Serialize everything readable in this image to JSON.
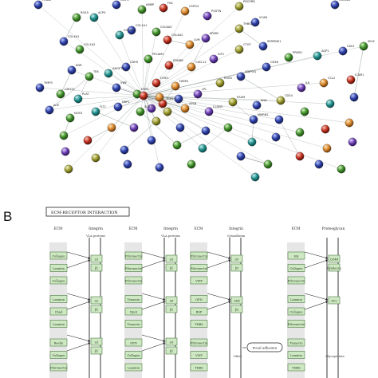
{
  "panel_b": {
    "letter": "B",
    "title": "ECM-RECEPTOR INTERACTION",
    "groups": [
      {
        "col1": "ECM",
        "col2": "Integrin",
        "col2_sub": "VLA proteins",
        "ecm_items": [
          "Collagen",
          "Laminin",
          "Collagen",
          "Laminin",
          "Chad",
          "Laminin",
          "Reelin",
          "Collagen",
          "Fibronectin"
        ],
        "receptor_items": [
          "α1",
          "β1",
          "α2",
          "β1",
          "α3",
          "β1"
        ]
      },
      {
        "col1": "ECM",
        "col2": "Integrin",
        "col2_sub": "VLA proteins",
        "ecm_items": [
          "Fibronectin",
          "Fibronectin",
          "Fibronectin",
          "Tenascin",
          "Npnt",
          "Tenascin",
          "OPN",
          "Collagen",
          "Laminin"
        ],
        "receptor_items": [
          "α5",
          "β1",
          "α8",
          "β1",
          "α9",
          "β1"
        ]
      },
      {
        "col1": "ECM",
        "col2": "Integrin",
        "col2_sub": "Cytoadhesin",
        "ecm_items": [
          "Fibronectin",
          "Fibronectin",
          "VWF",
          "OPN",
          "BSP",
          "THBS",
          "Fibronectin",
          "VWF",
          "THBS"
        ],
        "receptor_items": [
          "αV",
          "β3",
          "αIIb",
          "β3"
        ],
        "bottom_label": "Other",
        "link_label": "Focal adhesion"
      },
      {
        "col1": "ECM",
        "col2": "Proteoglycan",
        "ecm_items": [
          "HA",
          "Collagen",
          "Fibronectin",
          "Laminin",
          "Collagen",
          "Fibronectin",
          "Tenascin",
          "Laminin",
          "THBS"
        ],
        "receptor_items": [
          "CD44",
          "Syndecan",
          "SV2"
        ],
        "bottom_label": "Glycoprotein"
      }
    ]
  },
  "panel_a": {
    "node_labels": [
      "ITGA8",
      "RGS5",
      "ACP5",
      "MMP2",
      "AMBP",
      "FN1",
      "CSPG4",
      "POSTN",
      "PDGFRB",
      "COL5A1",
      "COL4A1",
      "COL1A2",
      "COL3A1",
      "COL1A1",
      "COL6A3",
      "COL4A2",
      "LUM",
      "SPARC",
      "THBS2",
      "VCAN",
      "KDR",
      "TEK",
      "ANGPT2",
      "CDH5",
      "PECAM1",
      "EDNRB",
      "CXCL12",
      "IGF1",
      "CTGF",
      "SERPINE1",
      "TIMP3",
      "CDH13",
      "PLAT",
      "VWF",
      "ESM1",
      "LYVE1",
      "FABP4",
      "LPL",
      "PLIN1",
      "ADIPOQ",
      "CD36",
      "PPARG",
      "AQP1",
      "CAV1",
      "SELE",
      "ICAM1",
      "CCL2",
      "IL6",
      "CD34",
      "ENG",
      "ACE",
      "NOS3",
      "FLT1",
      "NRP1",
      "SOX17",
      "EGFL7",
      "APLN",
      "CLDN5",
      "ESAM",
      "MMRN1"
    ]
  }
}
